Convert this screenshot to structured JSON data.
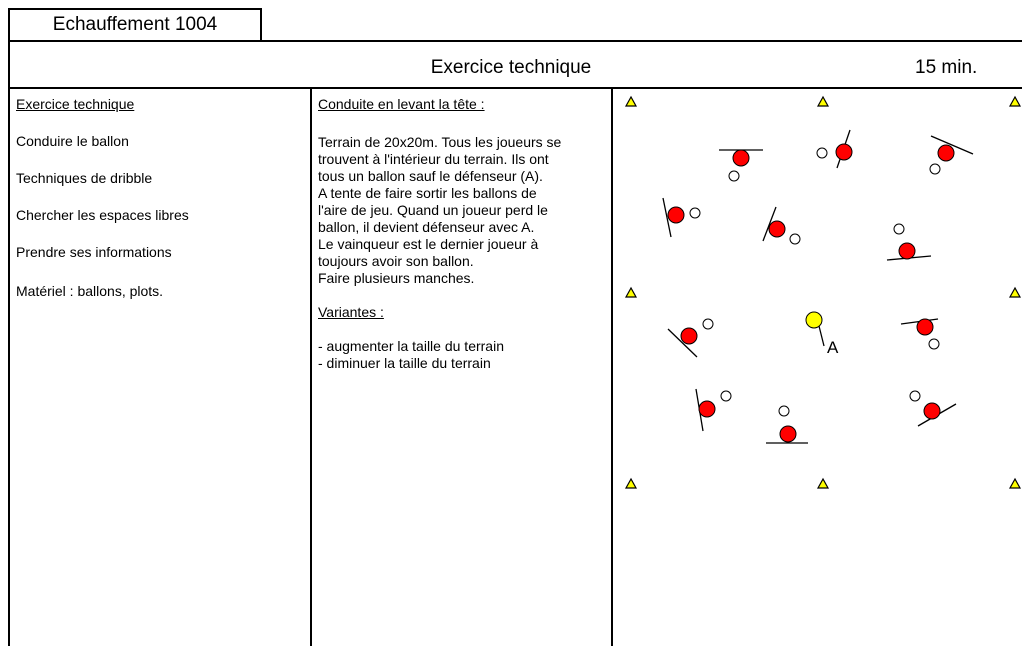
{
  "title": "Echauffement 1004",
  "header": {
    "title": "Exercice technique",
    "duration": "15 min."
  },
  "left": {
    "heading": "Exercice technique",
    "items": [
      "Conduire le ballon",
      "Techniques de dribble",
      "Chercher les espaces libres",
      "Prendre ses informations",
      "Matériel : ballons, plots."
    ]
  },
  "middle": {
    "heading": "Conduite en levant la tête :",
    "description": [
      "Terrain de 20x20m. Tous les joueurs se",
      "trouvent à l'intérieur du terrain. Ils ont",
      "tous un ballon sauf le défenseur (A).",
      "A tente de faire sortir les ballons de",
      "l'aire de jeu. Quand un joueur perd le",
      "ballon, il devient défenseur avec A.",
      "Le vainqueur est le dernier joueur à",
      "toujours avoir son ballon.",
      "Faire plusieurs manches."
    ],
    "variants_heading": "Variantes :",
    "variants": [
      "- augmenter la taille du terrain",
      "- diminuer la taille du terrain"
    ]
  },
  "diagram": {
    "defender_label": "A",
    "colors": {
      "player": "#ff0000",
      "defender": "#ffff00",
      "cone": "#ffff00"
    }
  }
}
